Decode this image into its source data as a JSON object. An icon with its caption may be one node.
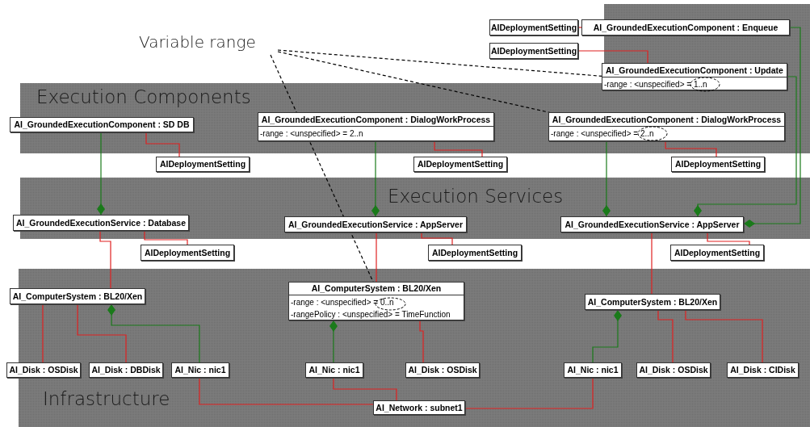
{
  "diagram": {
    "nodes": [
      {
        "text": [
          "Execution Components"
        ]
      },
      {
        "text": [
          "AI_GroundedExecutionComponent : Enqueue"
        ],
        "in": 0
      },
      {
        "text": [
          "AIDeploymentSetting"
        ]
      },
      {
        "text": [
          "AIDeploymentSetting"
        ]
      },
      {
        "text": [
          "AI_GroundedExecutionComponent : Update",
          "-range : <unspecified> = 1..n"
        ],
        "in": 0
      },
      {
        "text": [
          "Variable range"
        ]
      },
      {
        "text": [
          "AI_GroundedExecutionComponent : SD DB"
        ],
        "in": 0
      },
      {
        "text": [
          "AI_GroundedExecutionComponent : DialogWorkProcess",
          "-range : <unspecified> = 2..n"
        ],
        "in": 0
      },
      {
        "text": [
          "AI_GroundedExecutionComponent : DialogWorkProcess",
          "-range : <unspecified> = 2..n"
        ],
        "in": 0
      },
      {
        "text": [
          "AIDeploymentSetting"
        ]
      },
      {
        "text": [
          "AIDeploymentSetting"
        ]
      },
      {
        "text": [
          "AIDeploymentSetting"
        ]
      },
      {
        "text": [
          "Execution Services"
        ]
      },
      {
        "text": [
          "AI_GroundedExecutionService : Database"
        ],
        "in": 12
      },
      {
        "text": [
          "AI_GroundedExecutionService : AppServer"
        ],
        "in": 12
      },
      {
        "text": [
          "AI_GroundedExecutionService : AppServer"
        ],
        "in": 12
      },
      {
        "text": [
          "AIDeploymentSetting"
        ]
      },
      {
        "text": [
          "AIDeploymentSetting"
        ]
      },
      {
        "text": [
          "AIDeploymentSetting"
        ]
      },
      {
        "text": [
          "Infrastructure"
        ]
      },
      {
        "text": [
          "AI_ComputerSystem : BL20/Xen"
        ],
        "in": 19
      },
      {
        "text": [
          "AI_ComputerSystem : BL20/Xen",
          "-range : <unspecified> = 0..n",
          "-rangePolicy : <unspecified> = TimeFunction"
        ],
        "in": 19
      },
      {
        "text": [
          "AI_ComputerSystem : BL20/Xen"
        ],
        "in": 19
      },
      {
        "text": [
          "AI_Disk : OSDisk"
        ],
        "in": 19
      },
      {
        "text": [
          "AI_Disk : DBDisk"
        ],
        "in": 19
      },
      {
        "text": [
          "AI_Nic : nic1"
        ],
        "in": 19
      },
      {
        "text": [
          "AI_Nic : nic1"
        ],
        "in": 19
      },
      {
        "text": [
          "AI_Disk : OSDisk"
        ],
        "in": 19
      },
      {
        "text": [
          "AI_Nic : nic1"
        ],
        "in": 19
      },
      {
        "text": [
          "AI_Disk : OSDisk"
        ],
        "in": 19
      },
      {
        "text": [
          "AI_Disk : CIDisk"
        ],
        "in": 19
      },
      {
        "text": [
          "AI_Network : subnet1"
        ],
        "in": 19
      },
      {
        "text": [],
        "shape": "ellipse",
        "in": 4
      },
      {
        "text": [],
        "shape": "ellipse",
        "in": 8
      },
      {
        "text": [],
        "shape": "ellipse",
        "in": 21
      }
    ],
    "edges": [
      {
        "from": 2,
        "to": 1,
        "arrow": "none"
      },
      {
        "from": 3,
        "to": 4,
        "arrow": "none"
      },
      {
        "from": 6,
        "to": 9,
        "arrow": "none"
      },
      {
        "from": 7,
        "to": 10,
        "arrow": "none"
      },
      {
        "from": 8,
        "to": 11,
        "arrow": "none"
      },
      {
        "from": 13,
        "to": 16,
        "arrow": "none"
      },
      {
        "from": 14,
        "to": 17,
        "arrow": "none"
      },
      {
        "from": 15,
        "to": 18,
        "arrow": "none"
      },
      {
        "from": 13,
        "to": 20,
        "arrow": "none"
      },
      {
        "from": 14,
        "to": 21,
        "arrow": "none"
      },
      {
        "from": 15,
        "to": 22,
        "arrow": "none"
      },
      {
        "from": 20,
        "to": 23,
        "arrow": "none"
      },
      {
        "from": 20,
        "to": 24,
        "arrow": "none"
      },
      {
        "from": 21,
        "to": 27,
        "arrow": "none"
      },
      {
        "from": 22,
        "to": 29,
        "arrow": "none"
      },
      {
        "from": 22,
        "to": 30,
        "arrow": "none"
      },
      {
        "from": 25,
        "to": 31,
        "arrow": "none"
      },
      {
        "from": 26,
        "to": 31,
        "arrow": "none"
      },
      {
        "from": 28,
        "to": 31,
        "arrow": "none"
      },
      {
        "from": 6,
        "to": 13,
        "arrow": "other",
        "color": "#1a7a1a"
      },
      {
        "from": 7,
        "to": 14,
        "arrow": "other",
        "color": "#1a7a1a"
      },
      {
        "from": 8,
        "to": 15,
        "arrow": "other",
        "color": "#1a7a1a"
      },
      {
        "from": 4,
        "to": 15,
        "arrow": "other",
        "color": "#1a7a1a"
      },
      {
        "from": 1,
        "to": 15,
        "arrow": "other",
        "color": "#1a7a1a"
      },
      {
        "from": 25,
        "to": 20,
        "arrow": "other",
        "color": "#1a7a1a"
      },
      {
        "from": 26,
        "to": 21,
        "arrow": "other",
        "color": "#1a7a1a"
      },
      {
        "from": 28,
        "to": 22,
        "arrow": "other",
        "color": "#1a7a1a"
      },
      {
        "from": 5,
        "to": 32,
        "arrow": "none",
        "style": "dashed",
        "color": "#000000"
      },
      {
        "from": 5,
        "to": 33,
        "arrow": "none",
        "style": "dashed",
        "color": "#000000"
      },
      {
        "from": 5,
        "to": 34,
        "arrow": "none",
        "style": "dashed",
        "color": "#000000"
      }
    ]
  }
}
